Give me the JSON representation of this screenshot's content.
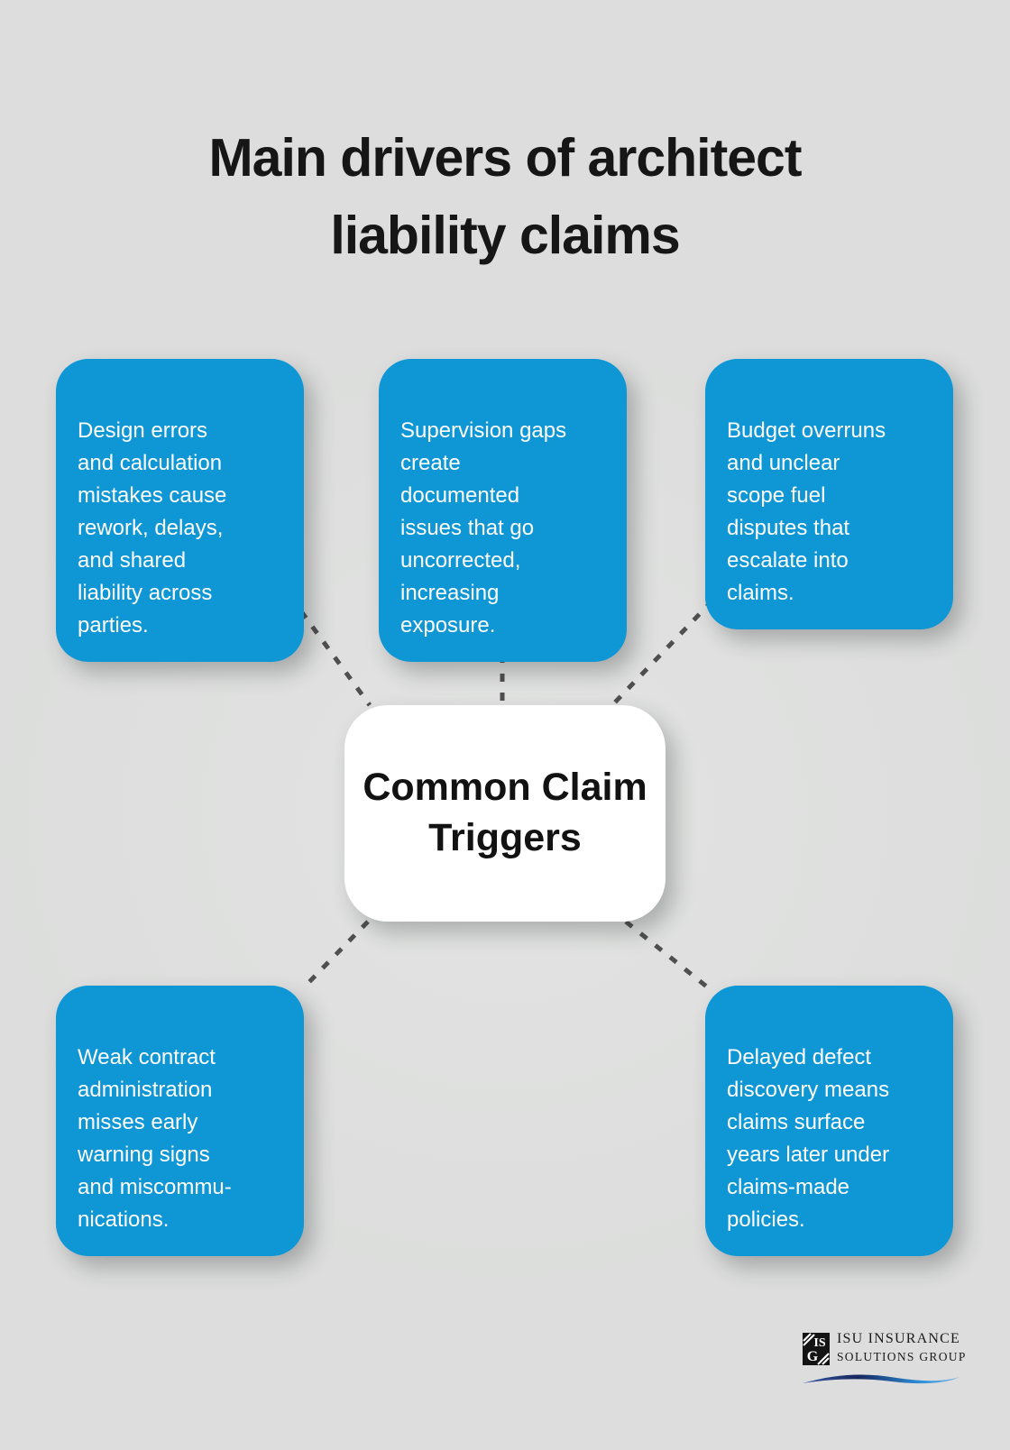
{
  "page": {
    "title": "Main drivers of architect\nliability claims"
  },
  "center_node": {
    "label": "Common Claim\nTriggers"
  },
  "cards": [
    {
      "name": "design-errors",
      "text": "Design errors\nand calculation\nmistakes cause\nrework, delays,\nand shared\nliability across\nparties."
    },
    {
      "name": "supervision-gaps",
      "text": "Supervision gaps\ncreate\ndocumented\nissues that go\nuncorrected,\nincreasing\nexposure."
    },
    {
      "name": "budget-overruns",
      "text": "Budget overruns\nand unclear\nscope fuel\ndisputes that\nescalate into\nclaims."
    },
    {
      "name": "weak-contract-administration",
      "text": "Weak contract\nadministration\nmisses early\nwarning signs\nand miscommu-\nnications."
    },
    {
      "name": "delayed-defect-discovery",
      "text": "Delayed defect\ndiscovery means\nclaims surface\nyears later under\nclaims-made\npolicies."
    }
  ],
  "footer_logo": {
    "monogram_top": "IS",
    "monogram_bottom": "G",
    "name_line1": "ISU INSURANCE",
    "name_line2": "SOLUTIONS GROUP"
  },
  "colors": {
    "background": "#dcdddc",
    "card_blue": "#0e96d5",
    "card_text": "#ffffff",
    "center_bg": "#ffffff",
    "center_text": "#121212",
    "title_text": "#161616",
    "connector_dash": "#4f4f4f",
    "swoosh_dark": "#16265e",
    "swoosh_light": "#2e8fd8"
  }
}
